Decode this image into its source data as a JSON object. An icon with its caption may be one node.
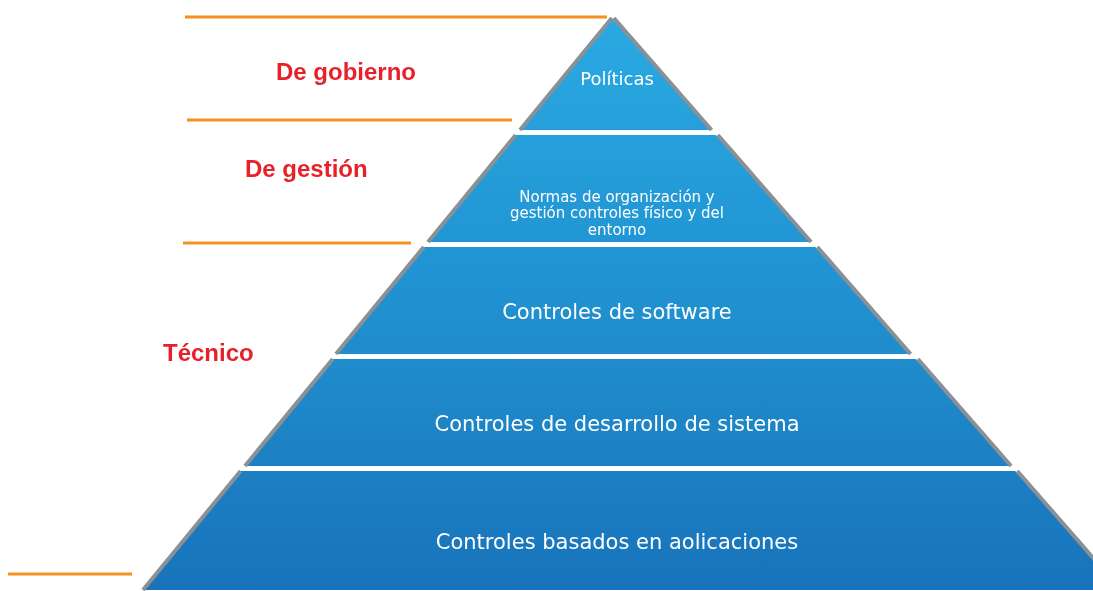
{
  "diagram": {
    "nodes": [
      {
        "text": [
          "Políticas"
        ]
      },
      {
        "text": [
          "Normas de organización y gestión controles físico y del entorno"
        ]
      },
      {
        "text": [
          "Controles de software"
        ]
      },
      {
        "text": [
          "Controles de desarrollo de sistema"
        ]
      },
      {
        "text": [
          "Controles basados en aolicaciones"
        ]
      }
    ],
    "labels": [
      "De gobierno",
      "De gestión",
      "Técnico"
    ]
  }
}
